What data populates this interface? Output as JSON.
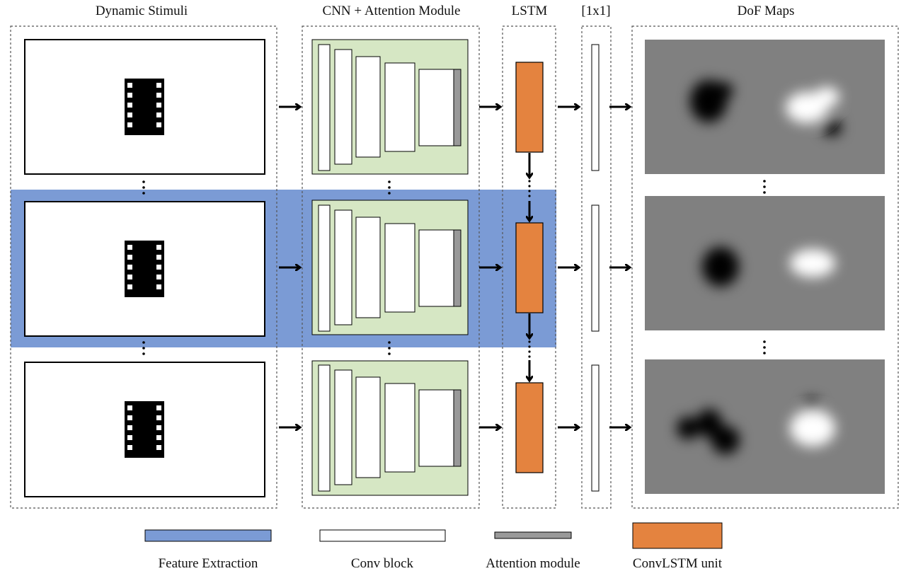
{
  "columns": {
    "stimuli": "Dynamic Stimuli",
    "cnn": "CNN + Attention Module",
    "lstm": "LSTM",
    "conv1x1": "[1x1]",
    "dof": "DoF Maps"
  },
  "legend": [
    {
      "label": "Feature Extraction",
      "color": "#7b9bd5"
    },
    {
      "label": "Conv block",
      "color": "#ffffff"
    },
    {
      "label": "Attention module",
      "color": "#999999"
    },
    {
      "label": "ConvLSTM unit",
      "color": "#e4833f"
    }
  ],
  "colors": {
    "feature_extraction": "#7b9bd5",
    "cnn_background": "#d6e7c4",
    "convlstm": "#e4833f",
    "attention": "#999999",
    "dof_background": "#808080"
  },
  "rows": [
    {
      "stimulus_icon": "film-strip-icon",
      "dof_blobs": [
        "dark",
        "light"
      ]
    },
    {
      "stimulus_icon": "film-strip-icon",
      "dof_blobs": [
        "dark",
        "light"
      ]
    },
    {
      "stimulus_icon": "film-strip-icon",
      "dof_blobs": [
        "dark",
        "light"
      ]
    }
  ]
}
